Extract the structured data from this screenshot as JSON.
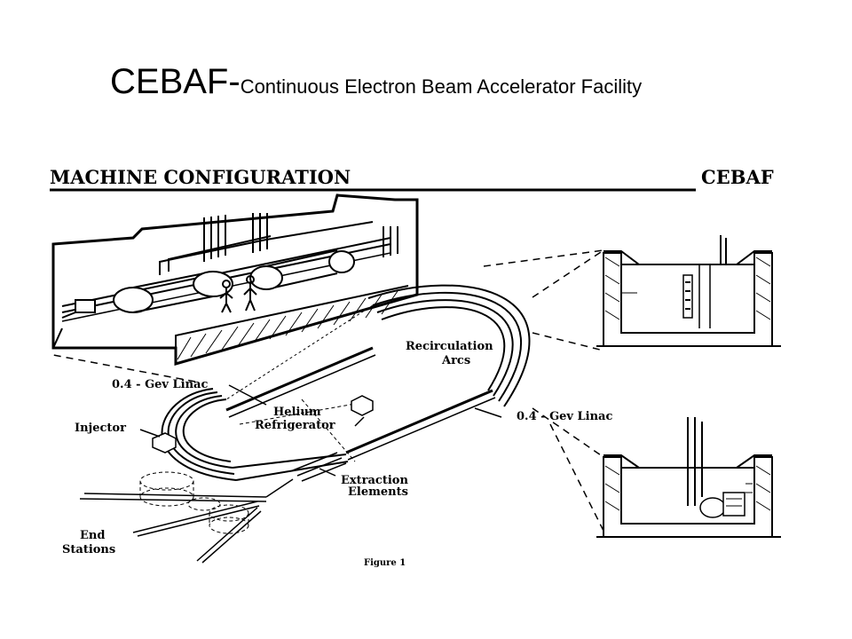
{
  "slide": {
    "title_main": "CEBAF-",
    "title_sub": "Continuous Electron Beam Accelerator Facility"
  },
  "figure": {
    "header_left": "MACHINE CONFIGURATION",
    "header_right": "CEBAF",
    "labels": {
      "linac_left": "0.4 - Gev Linac",
      "linac_right": "0.4 - Gev Linac",
      "recirc_line1": "Recirculation",
      "recirc_line2": "Arcs",
      "helium_line1": "Helium",
      "helium_line2": "Refrigerator",
      "injector": "Injector",
      "extraction_line1": "Extraction",
      "extraction_line2": "Elements",
      "end_line1": "End",
      "end_line2": "Stations"
    },
    "caption": "Figure 1"
  }
}
